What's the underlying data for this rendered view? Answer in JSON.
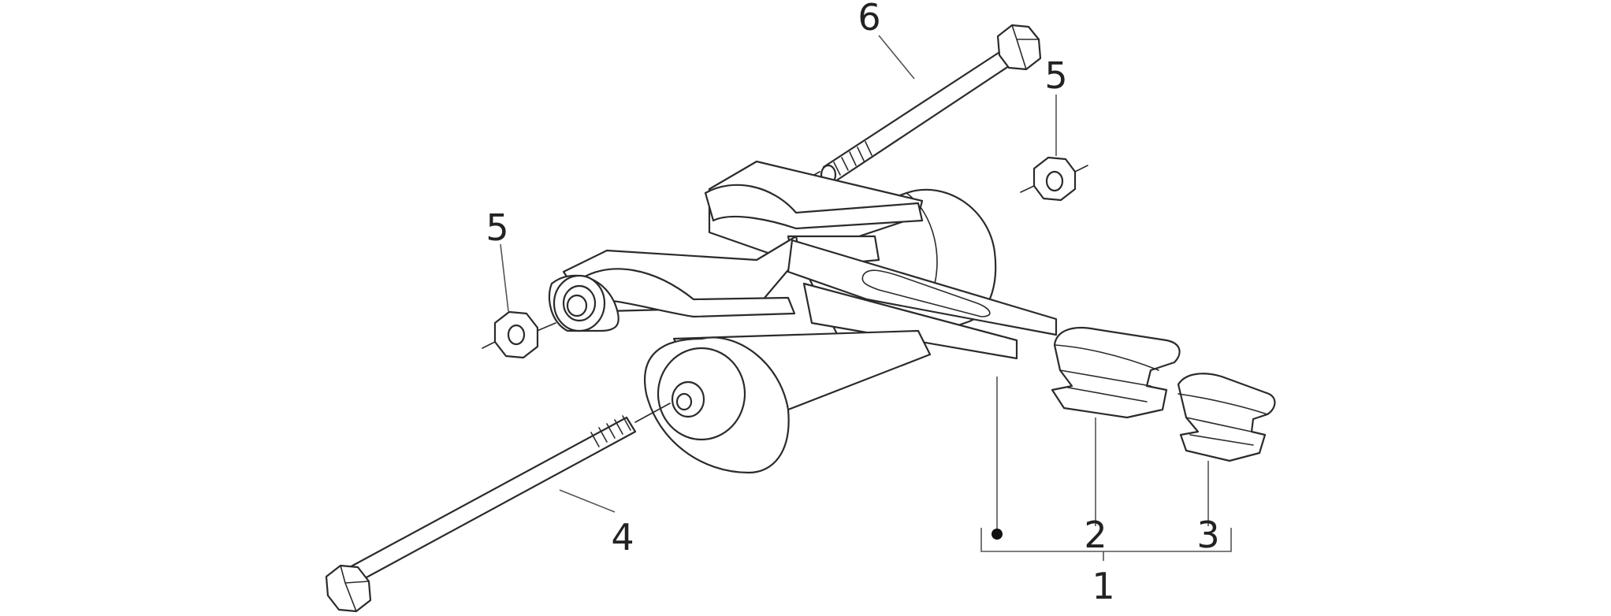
{
  "diagram": {
    "callouts": [
      {
        "id": "c6",
        "label": "6"
      },
      {
        "id": "c5a",
        "label": "5"
      },
      {
        "id": "c5b",
        "label": "5"
      },
      {
        "id": "c4",
        "label": "4"
      },
      {
        "id": "c2",
        "label": "2"
      },
      {
        "id": "c3",
        "label": "3"
      },
      {
        "id": "c1",
        "label": "1"
      }
    ],
    "colors": {
      "line": "#2b2b2b",
      "background": "#ffffff"
    }
  }
}
